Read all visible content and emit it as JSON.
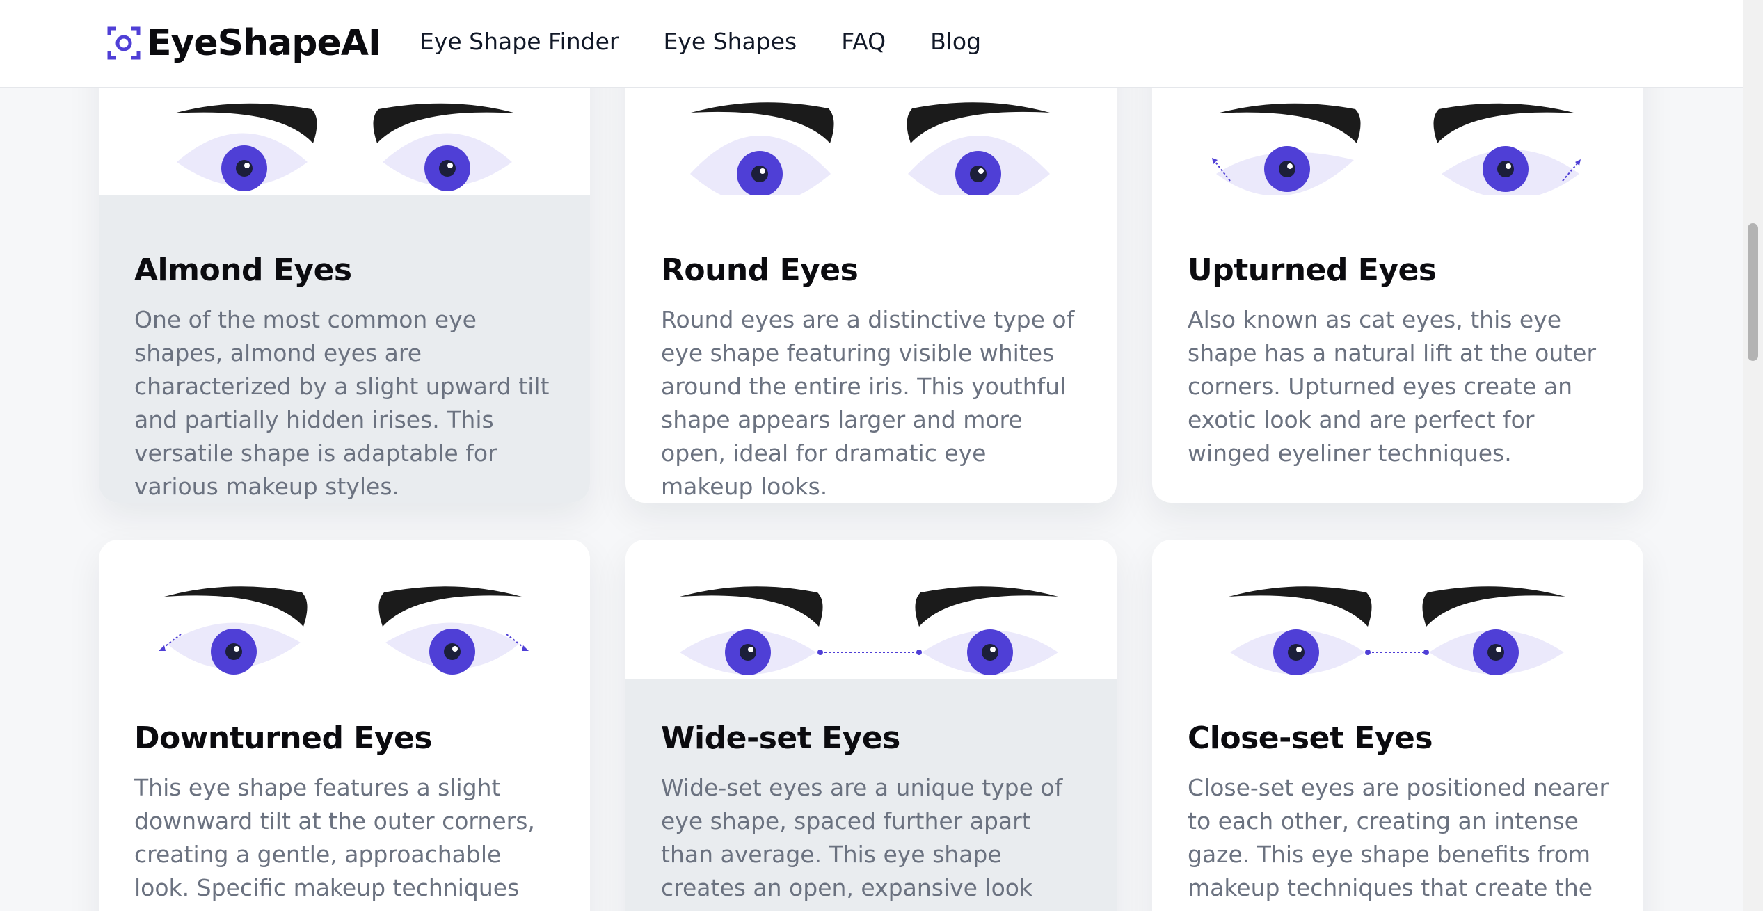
{
  "header": {
    "logo_text": "EyeShapeAI",
    "nav": [
      "Eye Shape Finder",
      "Eye Shapes",
      "FAQ",
      "Blog"
    ]
  },
  "colors": {
    "iris": "#4f3fd6",
    "sclera": "#ebe9fb",
    "brow": "#1b1b1b",
    "accent": "#4f3fd6"
  },
  "cards": [
    {
      "title": "Almond Eyes",
      "description": "One of the most common eye shapes, almond eyes are characterized by a slight upward tilt and partially hidden irises. This versatile shape is adaptable for various makeup styles.",
      "icon": "almond-eyes-illustration"
    },
    {
      "title": "Round Eyes",
      "description": "Round eyes are a distinctive type of eye shape featuring visible whites around the entire iris. This youthful shape appears larger and more open, ideal for dramatic eye makeup looks.",
      "icon": "round-eyes-illustration"
    },
    {
      "title": "Upturned Eyes",
      "description": "Also known as cat eyes, this eye shape has a natural lift at the outer corners. Upturned eyes create an exotic look and are perfect for winged eyeliner techniques.",
      "icon": "upturned-eyes-illustration"
    },
    {
      "title": "Downturned Eyes",
      "description": "This eye shape features a slight downward tilt at the outer corners, creating a gentle, approachable look. Specific makeup techniques can",
      "icon": "downturned-eyes-illustration"
    },
    {
      "title": "Wide-set Eyes",
      "description": "Wide-set eyes are a unique type of eye shape, spaced further apart than average. This eye shape creates an open, expansive look and offers ample",
      "icon": "wide-set-eyes-illustration"
    },
    {
      "title": "Close-set Eyes",
      "description": "Close-set eyes are positioned nearer to each other, creating an intense gaze. This eye shape benefits from makeup techniques that create the illusion of",
      "icon": "close-set-eyes-illustration"
    }
  ]
}
